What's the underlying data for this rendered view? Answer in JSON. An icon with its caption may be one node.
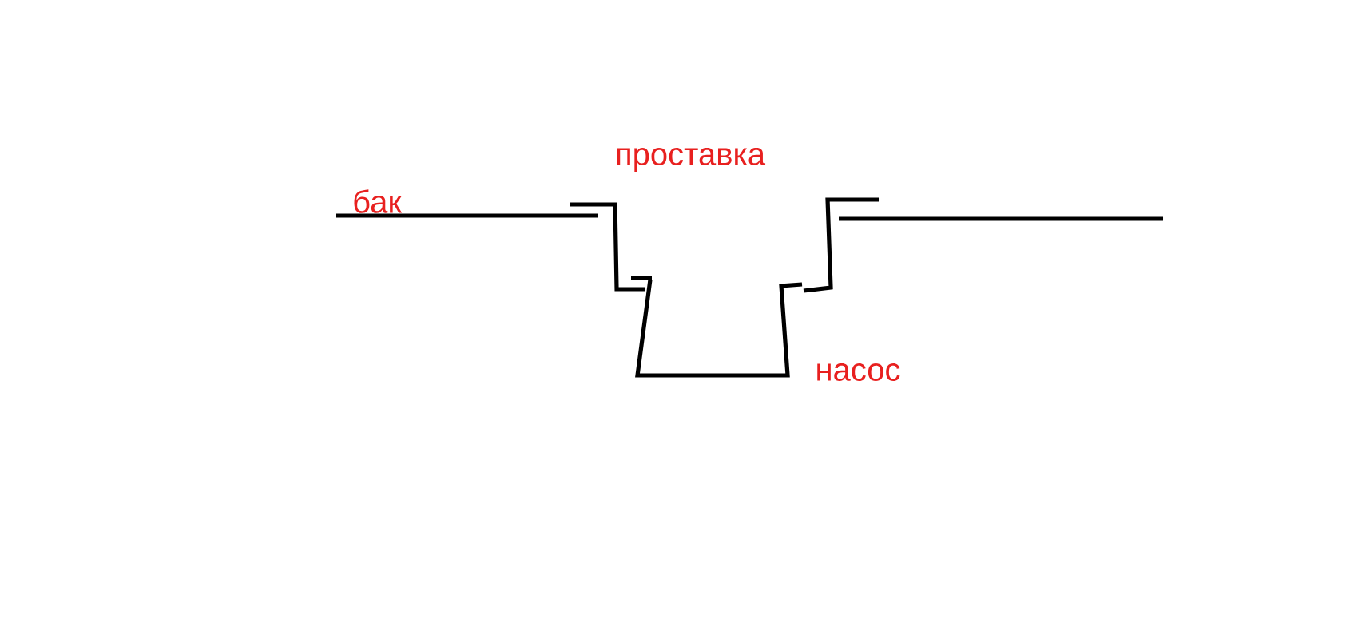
{
  "diagram": {
    "labels": [
      "бак",
      "проставка",
      "насос"
    ]
  }
}
